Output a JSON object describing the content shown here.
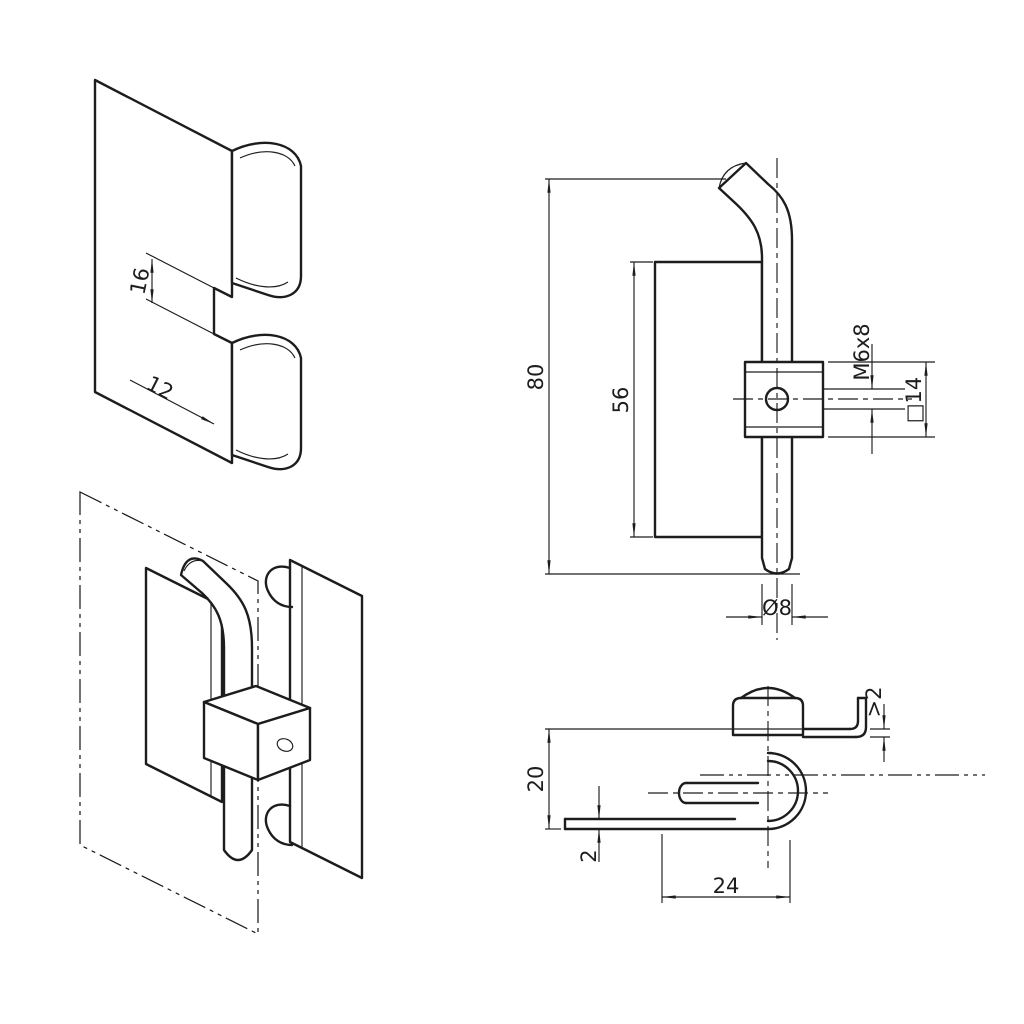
{
  "colors": {
    "background": "#ffffff",
    "line": "#1d1d1d"
  },
  "views": {
    "iso_detail": {
      "dims": {
        "gap": "16",
        "edge": "12"
      }
    },
    "iso_assembly": {
      "dims": {}
    },
    "side": {
      "dims": {
        "overall_height": "80",
        "leaf_height": "56",
        "thread": "M6x8",
        "square_drive": "□14",
        "pin_diameter": "Ø8"
      }
    },
    "top": {
      "dims": {
        "overall_depth": "20",
        "leaf_thickness": "2",
        "knuckle_offset": "24",
        "min_gap": ">2"
      }
    }
  }
}
